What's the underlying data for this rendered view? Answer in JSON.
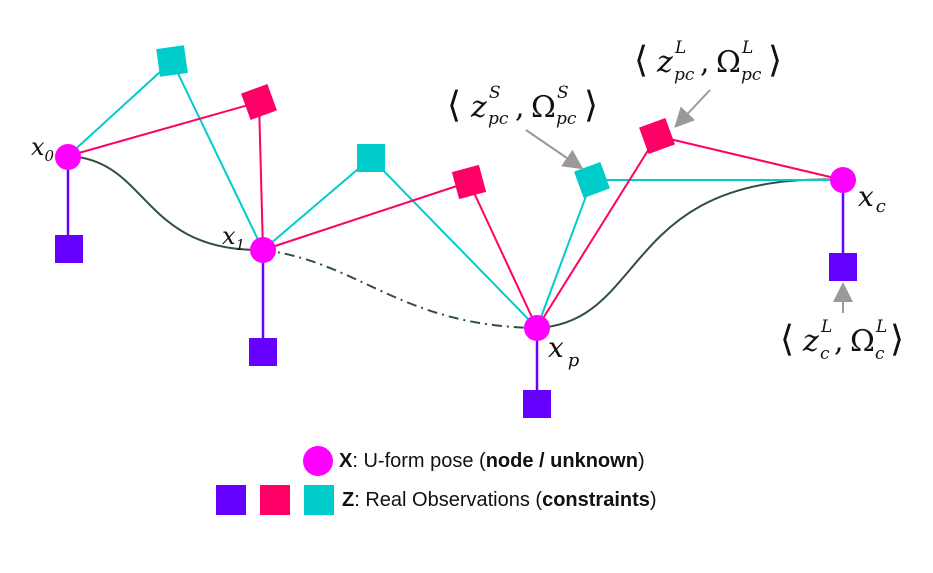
{
  "colors": {
    "pose": "#ff00ff",
    "unary": "#6600ff",
    "shortterm": "#ff0066",
    "longterm": "#00cccc",
    "trajectory": "#2f4f3f",
    "arrow": "#999999"
  },
  "nodes": {
    "x0": {
      "base": "x",
      "sub": "0"
    },
    "x1": {
      "base": "x",
      "sub": "1"
    },
    "xp": {
      "base": "x",
      "sub": "p"
    },
    "xc": {
      "base": "x",
      "sub": "c"
    }
  },
  "annotations": {
    "zs": {
      "base": "z",
      "sup": "S",
      "sub": "pc",
      "omega": "Ω",
      "osup": "S",
      "osub": "pc"
    },
    "zl": {
      "base": "z",
      "sup": "L",
      "sub": "pc",
      "omega": "Ω",
      "osup": "L",
      "osub": "pc"
    },
    "zc": {
      "base": "z",
      "sup": "L",
      "sub": "c",
      "omega": "Ω",
      "osup": "L",
      "osub": "c"
    },
    "langle": "⟨",
    "rangle": "⟩",
    "comma": ","
  },
  "legend": {
    "row1": {
      "key": "X",
      "sep": ": ",
      "text": "U-form pose (",
      "bold": "node / unknown",
      "close": ")"
    },
    "row2": {
      "key": "Z",
      "sep": ": ",
      "text": "Real Observations (",
      "bold": "constraints",
      "close": ")"
    }
  }
}
